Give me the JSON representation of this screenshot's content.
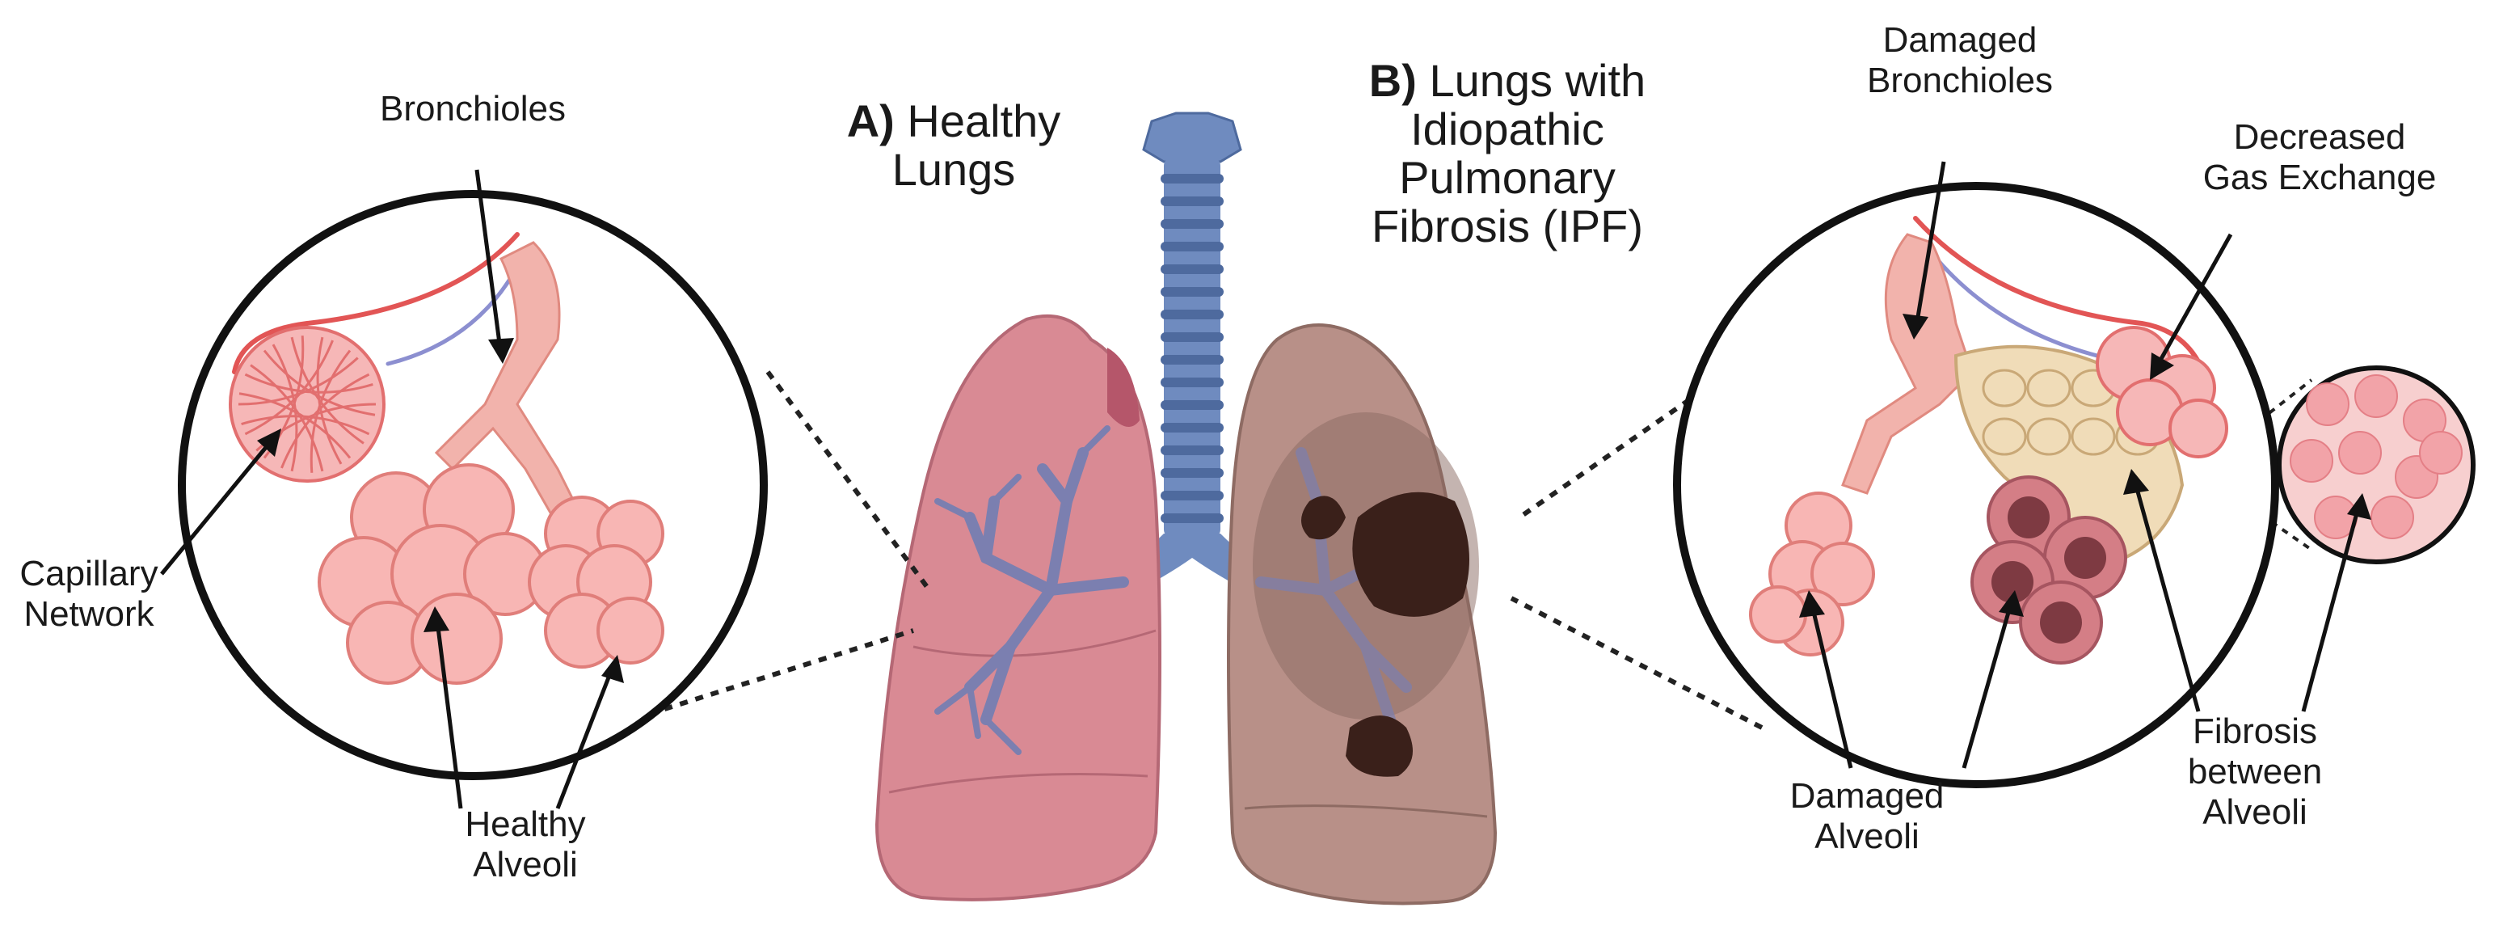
{
  "titles": {
    "healthy": {
      "letter": "A)",
      "line1": "Healthy",
      "line2": "Lungs"
    },
    "ipf": {
      "letter": "B)",
      "line1": "Lungs with",
      "line2": "Idiopathic",
      "line3": "Pulmonary",
      "line4": "Fibrosis (IPF)"
    }
  },
  "labels": {
    "bronchioles": "Bronchioles",
    "capillary_1": "Capillary",
    "capillary_2": "Network",
    "healthy_alveoli_1": "Healthy",
    "healthy_alveoli_2": "Alveoli",
    "damaged_bronchioles_1": "Damaged",
    "damaged_bronchioles_2": "Bronchioles",
    "decreased_gas_1": "Decreased",
    "decreased_gas_2": "Gas Exchange",
    "damaged_alveoli_1": "Damaged",
    "damaged_alveoli_2": "Alveoli",
    "fibrosis_1": "Fibrosis",
    "fibrosis_2": "between",
    "fibrosis_3": "Alveoli"
  },
  "colors": {
    "healthy_lung": "#d98a94",
    "ipf_lung": "#b89088",
    "trachea": "#6f8bbf",
    "alveoli": "#f4a8a8",
    "fibrosis": "#f0dcb8",
    "lesion": "#3a201a"
  }
}
